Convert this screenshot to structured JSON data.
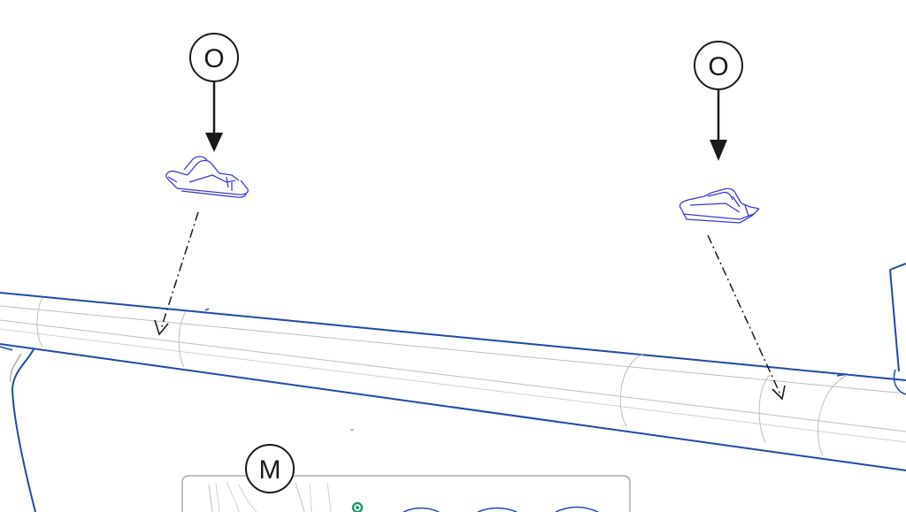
{
  "callouts": [
    {
      "label": "O",
      "target": "left-cable-clip"
    },
    {
      "label": "O",
      "target": "right-cable-clip"
    },
    {
      "label": "M",
      "target": "control-panel"
    }
  ],
  "colors": {
    "ink": "#1a1a1a",
    "part_outline": "#3a3ad0",
    "frame_outline": "#1f4aa8",
    "thin_line": "#b5b5b5",
    "screw_accent": "#1f9a6a"
  }
}
